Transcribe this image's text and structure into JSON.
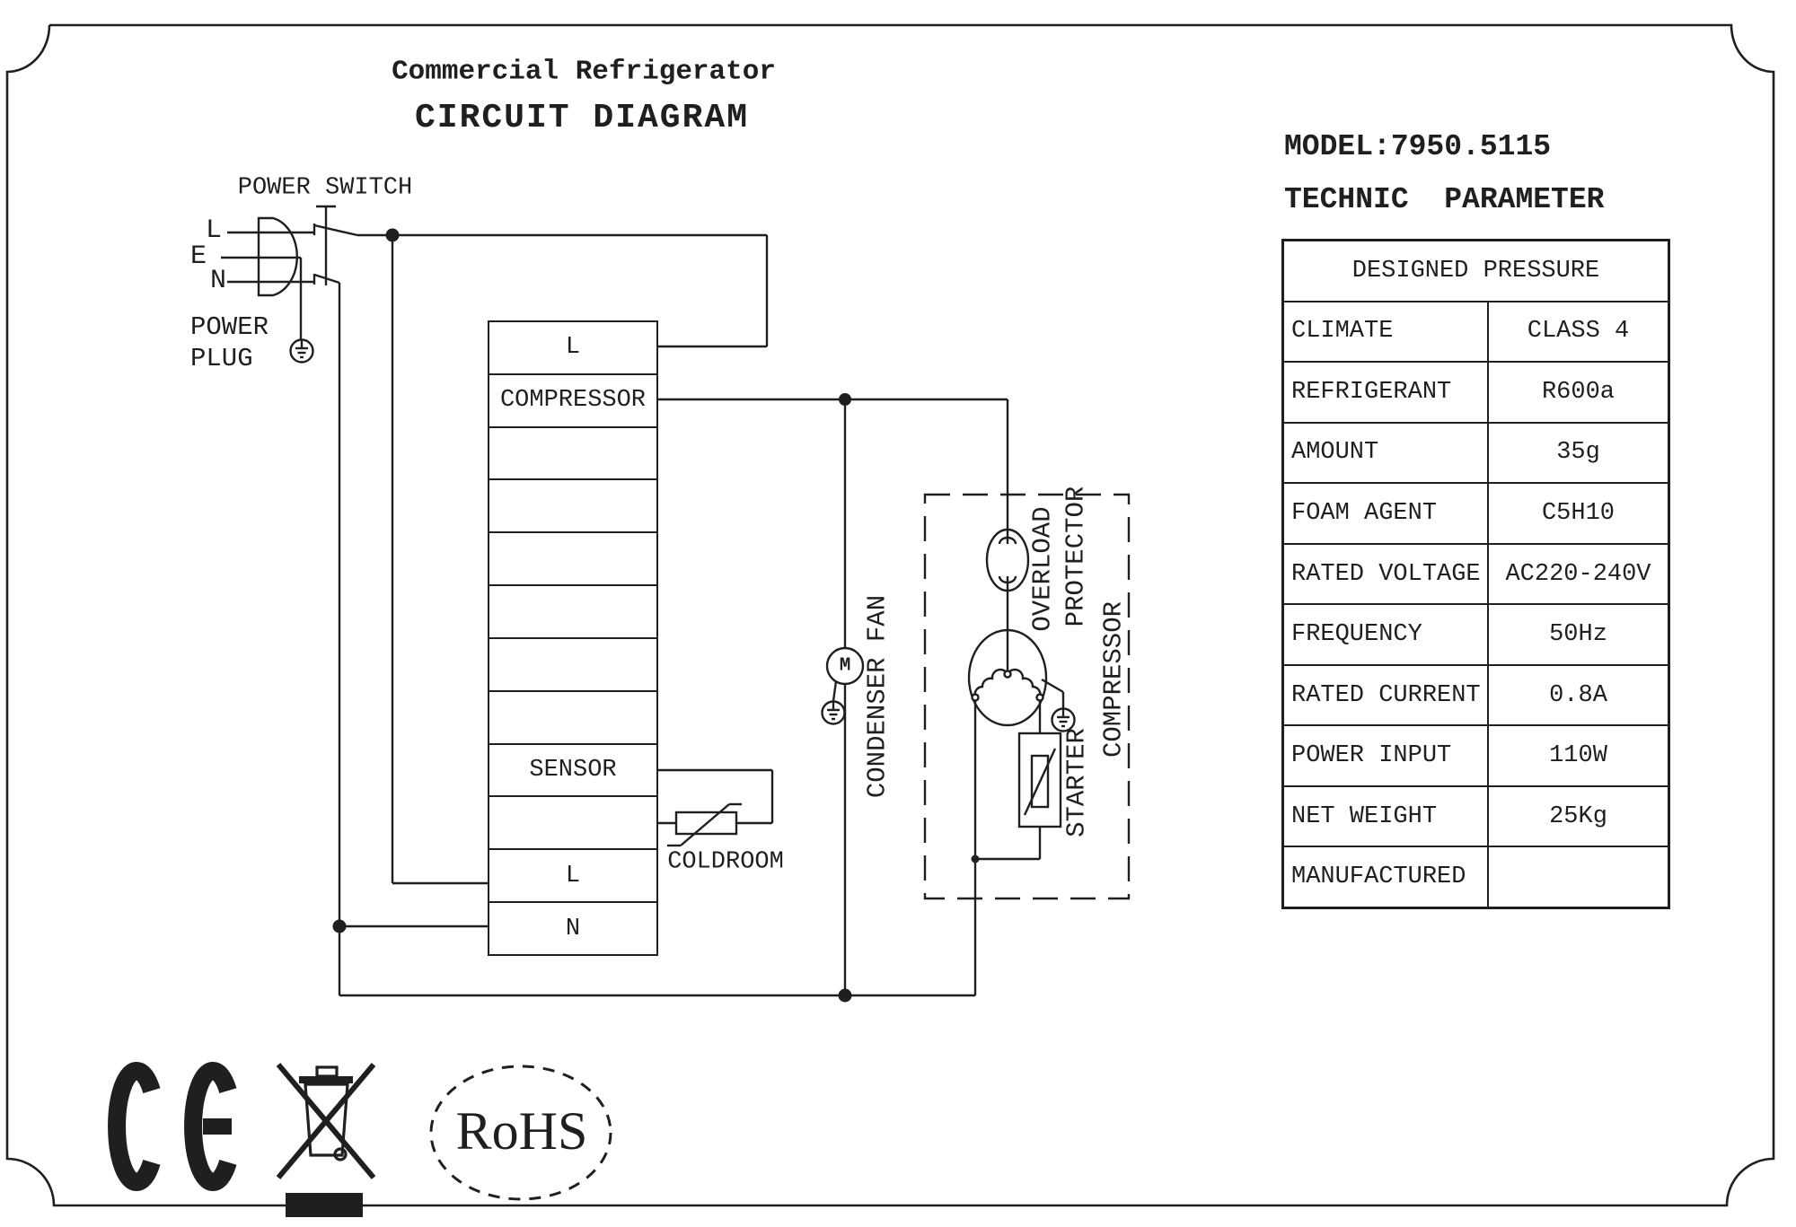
{
  "title": {
    "line1": "Commercial Refrigerator",
    "line2": "CIRCUIT DIAGRAM"
  },
  "header": {
    "model": "MODEL:7950.5115",
    "param_title": "TECHNIC  PARAMETER"
  },
  "param_table": {
    "header": "DESIGNED PRESSURE",
    "rows": [
      {
        "label": "CLIMATE",
        "value": "CLASS 4"
      },
      {
        "label": "REFRIGERANT",
        "value": "R600a"
      },
      {
        "label": "AMOUNT",
        "value": "35g"
      },
      {
        "label": "FOAM AGENT",
        "value": "C5H10"
      },
      {
        "label": "RATED VOLTAGE",
        "value": "AC220-240V"
      },
      {
        "label": "FREQUENCY",
        "value": "50Hz"
      },
      {
        "label": "RATED CURRENT",
        "value": "0.8A"
      },
      {
        "label": "POWER INPUT",
        "value": "110W"
      },
      {
        "label": "NET WEIGHT",
        "value": "25Kg"
      },
      {
        "label": "MANUFACTURED",
        "value": ""
      }
    ]
  },
  "power": {
    "switch_label": "POWER SWITCH",
    "plug_label_1": "POWER",
    "plug_label_2": "PLUG",
    "pin_l": "L",
    "pin_e": "E",
    "pin_n": "N"
  },
  "terminal_block": {
    "rows": [
      "L",
      "COMPRESSOR",
      "",
      "",
      "",
      "",
      "",
      "",
      "SENSOR",
      "",
      "L",
      "N"
    ]
  },
  "component_labels": {
    "coldroom": "COLDROOM",
    "condenser_fan": "CONDENSER FAN",
    "overload": "OVERLOAD",
    "protector": "PROTECTOR",
    "compressor": "COMPRESSOR",
    "starter": "STARTER",
    "motor": "M"
  },
  "certifications": {
    "rohs": "RoHS"
  },
  "colors": {
    "ink": "#1f1f1f",
    "background": "#ffffff"
  }
}
